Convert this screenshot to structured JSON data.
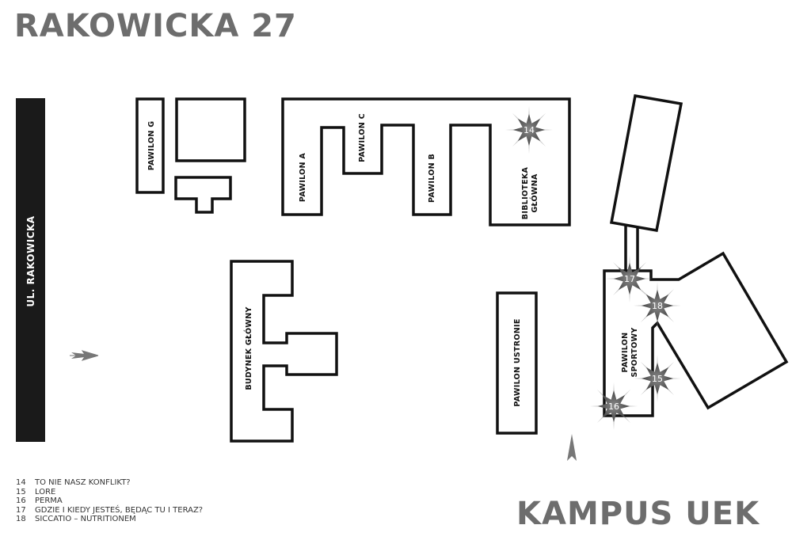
{
  "title": "RAKOWICKA 27",
  "subtitle": "KAMPUS UEK",
  "street": "UL. RAKOWICKA",
  "buildings": {
    "pawilon_g": "PAWILON G",
    "pawilon_a": "PAWILON A",
    "pawilon_c": "PAWILON C",
    "pawilon_b": "PAWILON B",
    "biblioteka_line1": "BIBLIOTEKA",
    "biblioteka_line2": "GŁÓWNA",
    "budynek_glowny": "BUDYNEK GŁÓWNY",
    "pawilon_ustronie": "PAWILON USTRONIE",
    "sportowy_line1": "PAWILON",
    "sportowy_line2": "SPORTOWY"
  },
  "markers": [
    "14",
    "17",
    "18",
    "15",
    "16"
  ],
  "legend": [
    {
      "num": "14",
      "text": "TO NIE NASZ KONFLIKT?"
    },
    {
      "num": "15",
      "text": "LORE"
    },
    {
      "num": "16",
      "text": "PERMA"
    },
    {
      "num": "17",
      "text": "GDZIE I KIEDY JESTEŚ, BĘDĄC TU I TERAZ?"
    },
    {
      "num": "18",
      "text": "SICCATIO – NUTRITIONEM"
    }
  ],
  "colors": {
    "title": "#6d6d6d",
    "outline": "#111111",
    "marker": "#555555",
    "street": "#1a1a1a"
  }
}
